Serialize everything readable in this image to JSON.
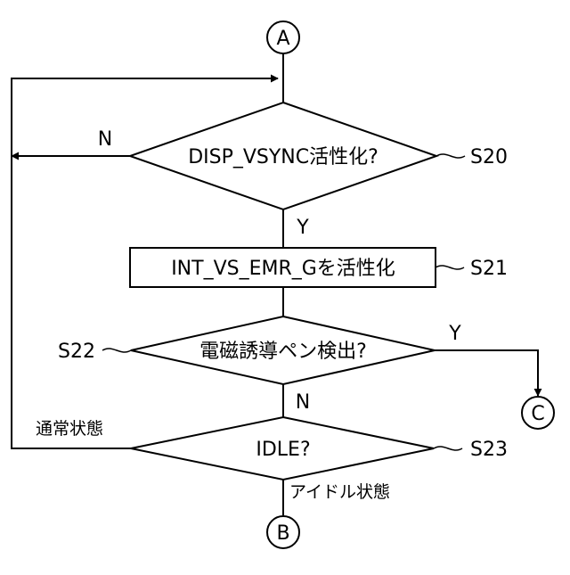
{
  "connectors": {
    "top": "A",
    "bottom": "B",
    "right": "C"
  },
  "nodes": {
    "s20_decision": "DISP_VSYNC活性化?",
    "s21_process": "INT_VS_EMR_Gを活性化",
    "s22_decision": "電磁誘導ペン検出?",
    "s23_decision": "IDLE?"
  },
  "step_labels": {
    "s20": "S20",
    "s21": "S21",
    "s22": "S22",
    "s23": "S23"
  },
  "edge_labels": {
    "s20_no": "N",
    "s20_yes": "Y",
    "s22_yes": "Y",
    "s22_no": "N",
    "s23_normal": "通常状態",
    "s23_idle": "アイドル状態"
  }
}
